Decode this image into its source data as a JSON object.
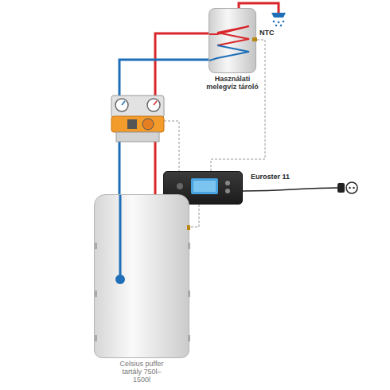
{
  "diagram": {
    "nodes": [
      {
        "text": [
          "Használati melegvíz tároló"
        ]
      },
      {
        "text": [
          "Euroster 11"
        ]
      },
      {
        "text": [
          "Celsius puffer tartály 750l–1500l"
        ]
      }
    ],
    "edges": [
      {
        "from": 2,
        "to": 0,
        "arrow": "none"
      },
      {
        "from": 0,
        "to": 2,
        "arrow": "none"
      },
      {
        "from": 1,
        "to": 0,
        "arrow": "none"
      },
      {
        "from": 1,
        "to": 2,
        "arrow": "none"
      }
    ],
    "labels": [
      "NTC"
    ]
  }
}
